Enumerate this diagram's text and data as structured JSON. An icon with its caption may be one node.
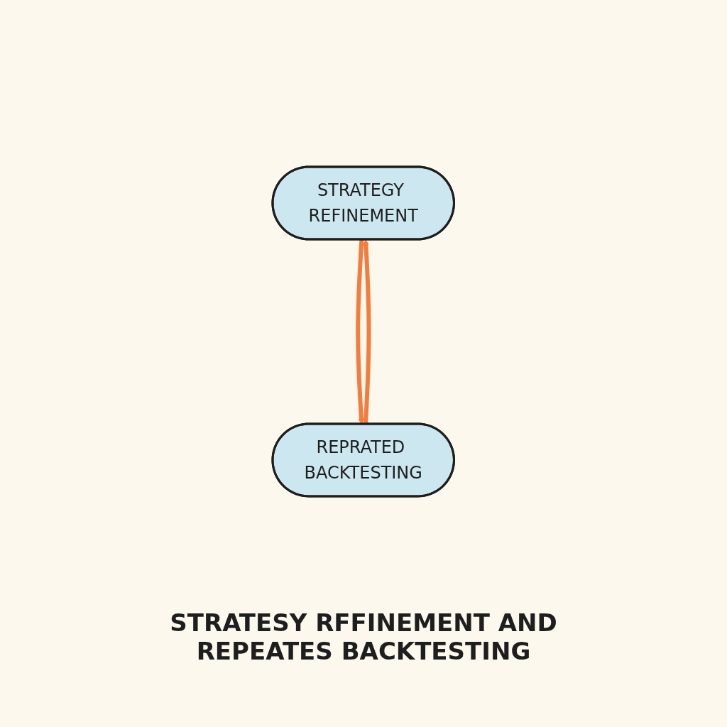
{
  "diagram": {
    "nodes": [
      {
        "text": [
          "STRATEGY REFINEMENT"
        ]
      },
      {
        "text": [
          "REPRATED BACKTESTING"
        ]
      }
    ],
    "edges": [
      {
        "from": 0,
        "to": 1,
        "arrow": "to"
      },
      {
        "from": 1,
        "to": 0,
        "arrow": "to"
      }
    ],
    "labels": [
      "STRATESY RFFINEMENT AND REPEATES BACKTESTING"
    ]
  }
}
